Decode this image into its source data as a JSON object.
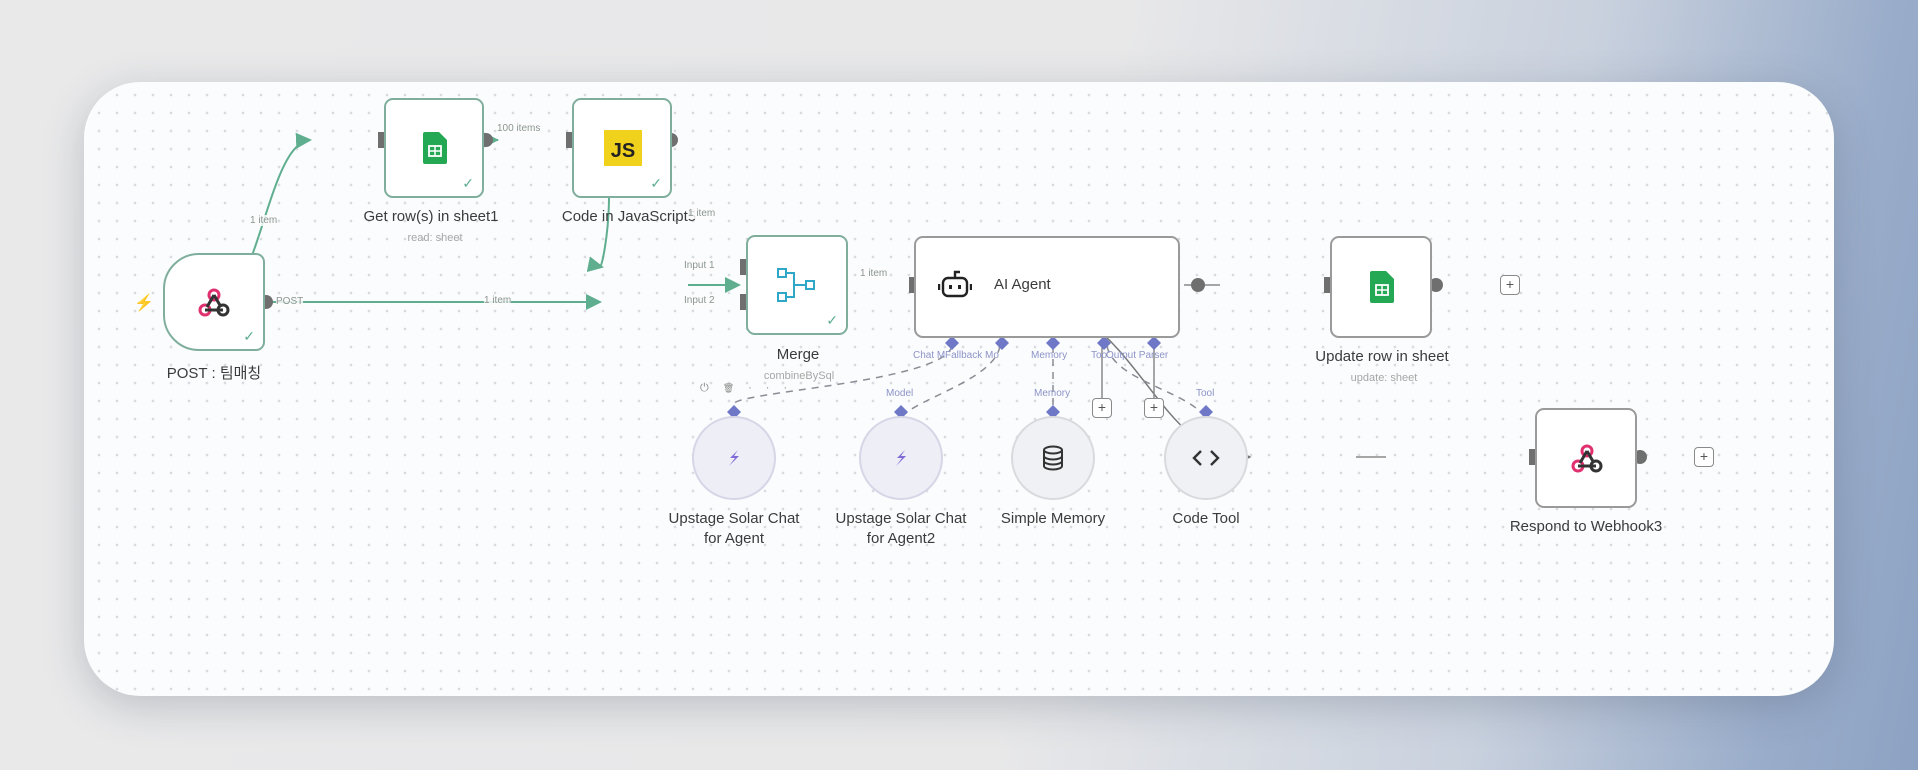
{
  "canvas": {
    "accent_success": "#7fae9c",
    "edge_main_color": "#5fae8f",
    "edge_ai_color": "#8c93c8",
    "edge_plain_color": "#8a8a8a"
  },
  "nodes": {
    "post_trigger": {
      "title": "POST : 팀매칭",
      "icon": "webhook-icon",
      "status": "success"
    },
    "get_rows": {
      "title": "Get row(s) in sheet1",
      "subtitle": "read: sheet",
      "icon": "google-sheets-icon",
      "status": "success"
    },
    "code_js": {
      "title": "Code in JavaScript5",
      "icon": "javascript-icon",
      "icon_text": "JS",
      "status": "success"
    },
    "merge": {
      "title": "Merge",
      "subtitle": "combineBySql",
      "icon": "merge-icon",
      "status": "success"
    },
    "ai_agent": {
      "title": "AI Agent",
      "icon": "robot-icon"
    },
    "update_row": {
      "title": "Update row in sheet",
      "subtitle": "update: sheet",
      "icon": "google-sheets-icon"
    },
    "respond_webhook": {
      "title": "Respond to Webhook3",
      "icon": "webhook-icon"
    },
    "solar_chat_1": {
      "title_line1": "Upstage Solar Chat",
      "title_line2": "for Agent",
      "icon": "upstage-icon"
    },
    "solar_chat_2": {
      "title_line1": "Upstage Solar Chat",
      "title_line2": "for Agent2",
      "icon": "upstage-icon",
      "port_label": "Model"
    },
    "simple_memory": {
      "title": "Simple Memory",
      "icon": "database-icon",
      "port_label": "Memory"
    },
    "code_tool": {
      "title": "Code Tool",
      "icon": "code-brackets-icon",
      "port_label": "Tool"
    }
  },
  "edges": {
    "trigger_output_label": "POST",
    "trigger_to_get_rows": "1 item",
    "get_rows_to_code": "100 items",
    "code_to_merge": "1 item",
    "trigger_to_merge": "1 item",
    "merge_input1": "Input 1",
    "merge_input2": "Input 2",
    "merge_to_agent": "1 item"
  },
  "agent_ports": [
    "Chat M",
    "Fallback Mo",
    "Memory",
    "Too",
    "Output Parser"
  ],
  "mini_toolbar": {
    "power": "⏻",
    "delete": "🗑",
    "more": "···"
  },
  "plus_label": "+"
}
